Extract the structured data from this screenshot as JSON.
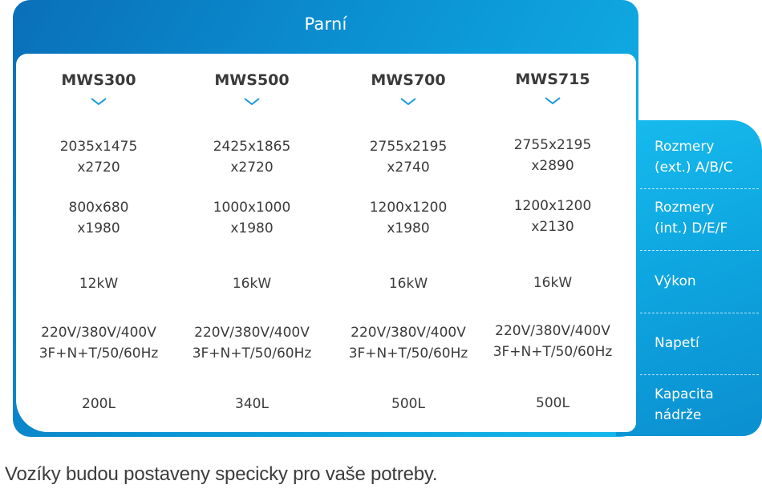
{
  "header": {
    "title": "Parní"
  },
  "colors": {
    "brand_dark": "#0a6fb8",
    "brand_light": "#14b9ec",
    "accent_chevron": "#1a9ad8",
    "text": "#3b3b3b"
  },
  "models": [
    {
      "name": "MWS300",
      "icon": "chevron-down-icon",
      "dim_ext": "2035x1475\nx2720",
      "dim_int": "800x680\nx1980",
      "power": "12kW",
      "voltage": "220V/380V/400V\n3F+N+T/50/60Hz",
      "capacity": "200L"
    },
    {
      "name": "MWS500",
      "icon": "chevron-down-icon",
      "dim_ext": "2425x1865\nx2720",
      "dim_int": "1000x1000\nx1980",
      "power": "16kW",
      "voltage": "220V/380V/400V\n3F+N+T/50/60Hz",
      "capacity": "340L"
    },
    {
      "name": "MWS700",
      "icon": "chevron-down-icon",
      "dim_ext": "2755x2195\nx2740",
      "dim_int": "1200x1200\nx1980",
      "power": "16kW",
      "voltage": "220V/380V/400V\n3F+N+T/50/60Hz",
      "capacity": "500L"
    },
    {
      "name": "MWS715",
      "icon": "chevron-down-icon",
      "dim_ext": "2755x2195\nx2890",
      "dim_int": "1200x1200\nx2130",
      "power": "16kW",
      "voltage": "220V/380V/400V\n3F+N+T/50/60Hz",
      "capacity": "500L"
    }
  ],
  "row_labels": [
    "Rozmery\n(ext.) A/B/C",
    "Rozmery\n(int.) D/E/F",
    "Výkon",
    "Napetí",
    "Kapacita\nnádrže"
  ],
  "caption": "Vozíky budou postaveny specicky pro vaše potreby."
}
